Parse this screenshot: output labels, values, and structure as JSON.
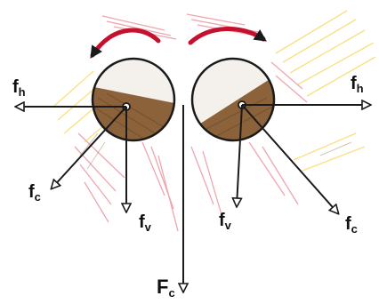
{
  "labels": {
    "fh_left": {
      "main": "f",
      "sub": "h"
    },
    "fh_right": {
      "main": "f",
      "sub": "h"
    },
    "fc_left": {
      "main": "f",
      "sub": "c"
    },
    "fc_right": {
      "main": "f",
      "sub": "c"
    },
    "fv_left": {
      "main": "f",
      "sub": "v"
    },
    "fv_right": {
      "main": "f",
      "sub": "v"
    },
    "Fc": {
      "main": "F",
      "sub": "c"
    }
  },
  "colors": {
    "background": "#ffffff",
    "outline": "#1a1a1a",
    "force_line": "#1a1a1a",
    "rotation_arrow": "#c4122e",
    "shading_red": "#d7263d",
    "shading_yellow": "#f2c200",
    "shading_brown": "#8a5a2b",
    "fill_brown": "#8b6239"
  },
  "icons": {
    "rotation_left": "counterclockwise-arrow-icon",
    "rotation_right": "clockwise-arrow-icon",
    "arrowhead": "open-triangle-arrowhead-icon"
  }
}
